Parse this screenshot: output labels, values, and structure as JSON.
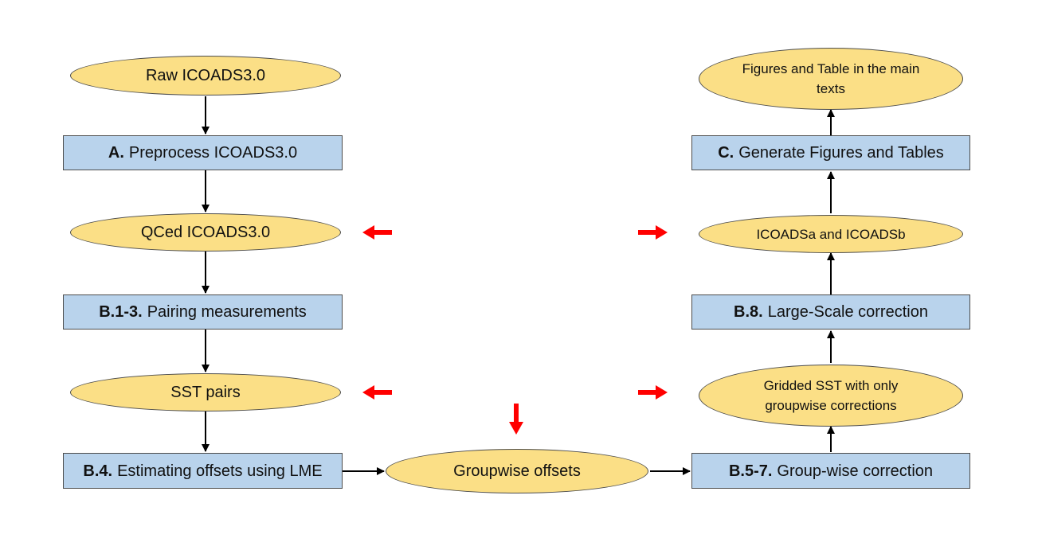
{
  "nodes": {
    "raw": "Raw ICOADS3.0",
    "step_a": {
      "id": "A.",
      "text": "Preprocess ICOADS3.0"
    },
    "qced": "QCed ICOADS3.0",
    "step_b13": {
      "id": "B.1-3.",
      "text": "Pairing measurements"
    },
    "sst_pairs": "SST pairs",
    "step_b4": {
      "id": "B.4.",
      "text": "Estimating offsets using LME"
    },
    "groupwise_offsets": "Groupwise offsets",
    "step_b57": {
      "id": "B.5-7.",
      "text": "Group-wise correction"
    },
    "gridded": "Gridded SST with only groupwise corrections",
    "step_b8": {
      "id": "B.8.",
      "text": "Large-Scale correction"
    },
    "icoads_ab": "ICOADSa and ICOADSb",
    "step_c": {
      "id": "C.",
      "text": "Generate Figures and Tables"
    },
    "figures": "Figures and Table in the main texts"
  },
  "colors": {
    "ellipse_fill": "#fbdf86",
    "box_fill": "#b9d3ec",
    "border": "#4c4c4c",
    "flow_arrow": "#000000",
    "highlight_arrow": "#ff0000"
  }
}
